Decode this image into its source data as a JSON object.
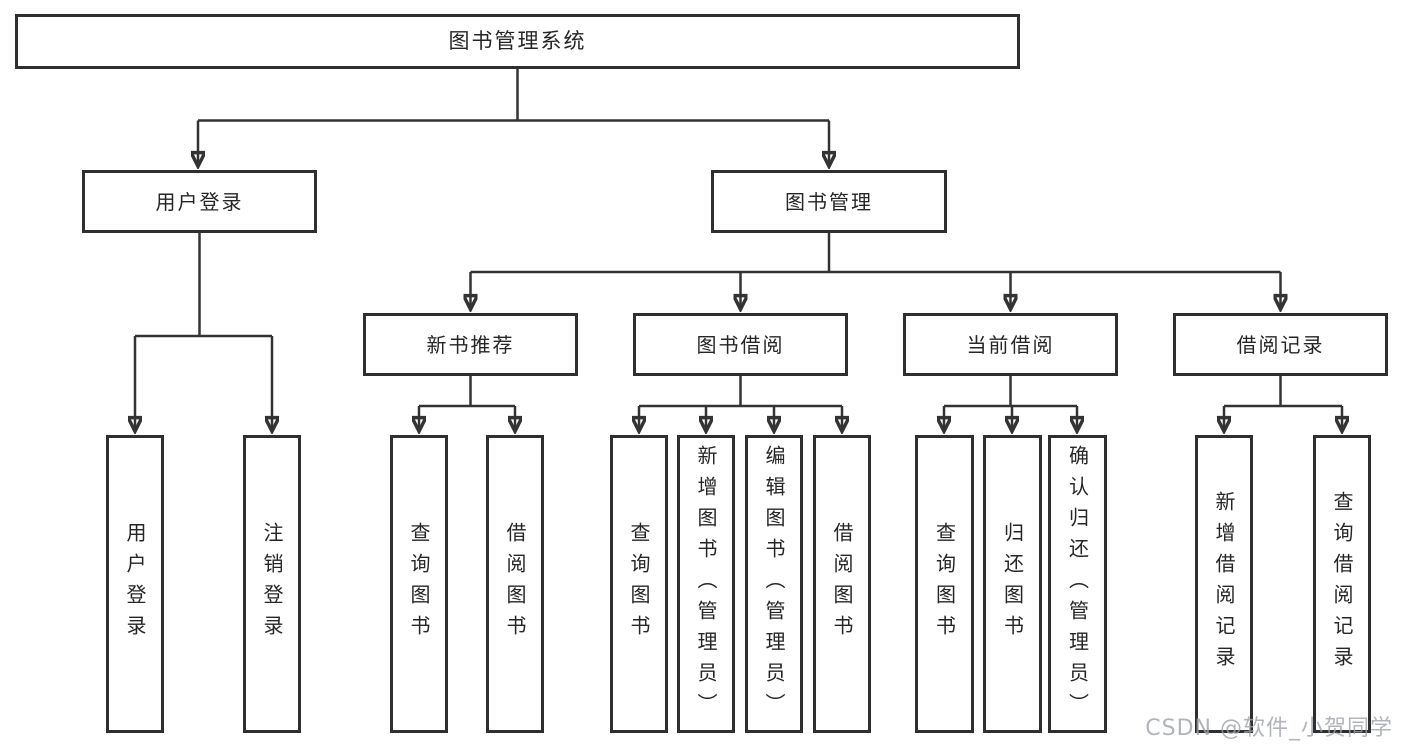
{
  "diagram": {
    "root": {
      "label": "图书管理系统"
    },
    "branches": [
      {
        "label": "用户登录",
        "children": [
          {
            "label": "用户登录"
          },
          {
            "label": "注销登录"
          }
        ]
      },
      {
        "label": "图书管理",
        "children": [
          {
            "label": "新书推荐",
            "children": [
              {
                "label": "查询图书"
              },
              {
                "label": "借阅图书"
              }
            ]
          },
          {
            "label": "图书借阅",
            "children": [
              {
                "label": "查询图书"
              },
              {
                "label": "新增图书（管理员）"
              },
              {
                "label": "编辑图书（管理员）"
              },
              {
                "label": "借阅图书"
              }
            ]
          },
          {
            "label": "当前借阅",
            "children": [
              {
                "label": "查询图书"
              },
              {
                "label": "归还图书"
              },
              {
                "label": "确认归还（管理员）"
              }
            ]
          },
          {
            "label": "借阅记录",
            "children": [
              {
                "label": "新增借阅记录"
              },
              {
                "label": "查询借阅记录"
              }
            ]
          }
        ]
      }
    ]
  },
  "watermark": {
    "text": "CSDN @软件_小贺同学"
  },
  "colors": {
    "line": "#333333",
    "border": "#2f2f2f",
    "text": "#262626",
    "background": "#ffffff",
    "watermark": "#9ea3a8"
  }
}
